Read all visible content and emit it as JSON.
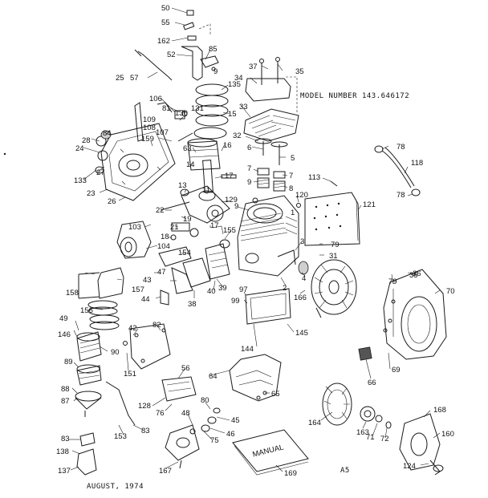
{
  "header": {
    "model_text": "MODEL NUMBER 143.646172"
  },
  "footer": {
    "date_text": "AUGUST, 1974",
    "page_code": "A5"
  },
  "manual_cover_text": "MANUAL",
  "callouts": [
    {
      "id": "c50",
      "text": "50"
    },
    {
      "id": "c55",
      "text": "55"
    },
    {
      "id": "c162",
      "text": "162"
    },
    {
      "id": "c52",
      "text": "52"
    },
    {
      "id": "c85",
      "text": "85"
    },
    {
      "id": "c9a",
      "text": "9"
    },
    {
      "id": "c25",
      "text": "25"
    },
    {
      "id": "c57",
      "text": "57"
    },
    {
      "id": "c37",
      "text": "37"
    },
    {
      "id": "c35a",
      "text": "35"
    },
    {
      "id": "c34",
      "text": "34"
    },
    {
      "id": "c135",
      "text": "135"
    },
    {
      "id": "c106",
      "text": "106"
    },
    {
      "id": "c81",
      "text": "81"
    },
    {
      "id": "c130",
      "text": "130"
    },
    {
      "id": "c131",
      "text": "131"
    },
    {
      "id": "c15",
      "text": "15"
    },
    {
      "id": "c33",
      "text": "33"
    },
    {
      "id": "c109",
      "text": "109"
    },
    {
      "id": "c108",
      "text": "108"
    },
    {
      "id": "c107",
      "text": "107"
    },
    {
      "id": "c84",
      "text": "84"
    },
    {
      "id": "c28",
      "text": "28"
    },
    {
      "id": "c159",
      "text": "159"
    },
    {
      "id": "c32",
      "text": "32"
    },
    {
      "id": "c24",
      "text": "24"
    },
    {
      "id": "c63",
      "text": "63"
    },
    {
      "id": "c16",
      "text": "16"
    },
    {
      "id": "c6",
      "text": "6"
    },
    {
      "id": "c78a",
      "text": "78"
    },
    {
      "id": "c5",
      "text": "5"
    },
    {
      "id": "c118",
      "text": "118"
    },
    {
      "id": "c27",
      "text": "27"
    },
    {
      "id": "c14",
      "text": "14"
    },
    {
      "id": "c133",
      "text": "133"
    },
    {
      "id": "c17",
      "text": "17"
    },
    {
      "id": "c7a",
      "text": "7"
    },
    {
      "id": "c7b",
      "text": "7"
    },
    {
      "id": "c9b",
      "text": "9"
    },
    {
      "id": "c8",
      "text": "8"
    },
    {
      "id": "c113",
      "text": "113"
    },
    {
      "id": "c78b",
      "text": "78"
    },
    {
      "id": "c23",
      "text": "23"
    },
    {
      "id": "c26",
      "text": "26"
    },
    {
      "id": "c13",
      "text": "13"
    },
    {
      "id": "c11",
      "text": "11"
    },
    {
      "id": "c129",
      "text": "129"
    },
    {
      "id": "c120",
      "text": "120"
    },
    {
      "id": "c9c",
      "text": "9"
    },
    {
      "id": "c1",
      "text": "1"
    },
    {
      "id": "c22",
      "text": "22"
    },
    {
      "id": "c19",
      "text": "19"
    },
    {
      "id": "c121",
      "text": "121"
    },
    {
      "id": "c103",
      "text": "103"
    },
    {
      "id": "c21",
      "text": "21"
    },
    {
      "id": "c17b",
      "text": "17"
    },
    {
      "id": "c155",
      "text": "155"
    },
    {
      "id": "c18",
      "text": "18"
    },
    {
      "id": "c3",
      "text": "3"
    },
    {
      "id": "c79a",
      "text": "79"
    },
    {
      "id": "c104",
      "text": "104"
    },
    {
      "id": "c31",
      "text": "31"
    },
    {
      "id": "c154",
      "text": "154"
    },
    {
      "id": "c158",
      "text": "158"
    },
    {
      "id": "c157",
      "text": "157"
    },
    {
      "id": "c43",
      "text": "43"
    },
    {
      "id": "c47",
      "text": "47"
    },
    {
      "id": "c36",
      "text": "36"
    },
    {
      "id": "c79b",
      "text": "79"
    },
    {
      "id": "c44",
      "text": "44"
    },
    {
      "id": "c38",
      "text": "38"
    },
    {
      "id": "c40",
      "text": "40"
    },
    {
      "id": "c39",
      "text": "39"
    },
    {
      "id": "c2",
      "text": "2"
    },
    {
      "id": "c166",
      "text": "166"
    },
    {
      "id": "c70",
      "text": "70"
    },
    {
      "id": "c156",
      "text": "156"
    },
    {
      "id": "c97",
      "text": "97"
    },
    {
      "id": "c99",
      "text": "99"
    },
    {
      "id": "c4",
      "text": "4"
    },
    {
      "id": "c49",
      "text": "49"
    },
    {
      "id": "c146",
      "text": "146"
    },
    {
      "id": "c42",
      "text": "42"
    },
    {
      "id": "c82",
      "text": "82"
    },
    {
      "id": "c145",
      "text": "145"
    },
    {
      "id": "c90",
      "text": "90"
    },
    {
      "id": "c89",
      "text": "89"
    },
    {
      "id": "c144",
      "text": "144"
    },
    {
      "id": "c151",
      "text": "151"
    },
    {
      "id": "c56",
      "text": "56"
    },
    {
      "id": "c64",
      "text": "64"
    },
    {
      "id": "c66",
      "text": "66"
    },
    {
      "id": "c69",
      "text": "69"
    },
    {
      "id": "c88",
      "text": "88"
    },
    {
      "id": "c87",
      "text": "87"
    },
    {
      "id": "c128",
      "text": "128"
    },
    {
      "id": "c65",
      "text": "65"
    },
    {
      "id": "c80",
      "text": "80"
    },
    {
      "id": "c76",
      "text": "76"
    },
    {
      "id": "c48",
      "text": "48"
    },
    {
      "id": "c45",
      "text": "45"
    },
    {
      "id": "c168",
      "text": "168"
    },
    {
      "id": "c153",
      "text": "153"
    },
    {
      "id": "c83a",
      "text": "83"
    },
    {
      "id": "c164",
      "text": "164"
    },
    {
      "id": "c46",
      "text": "46"
    },
    {
      "id": "c75",
      "text": "75"
    },
    {
      "id": "c163",
      "text": "163"
    },
    {
      "id": "c71",
      "text": "71"
    },
    {
      "id": "c72",
      "text": "72"
    },
    {
      "id": "c160",
      "text": "160"
    },
    {
      "id": "c83b",
      "text": "83"
    },
    {
      "id": "c138",
      "text": "138"
    },
    {
      "id": "c167",
      "text": "167"
    },
    {
      "id": "c169",
      "text": "169"
    },
    {
      "id": "c137",
      "text": "137"
    },
    {
      "id": "c124",
      "text": "124"
    },
    {
      "id": "c35b",
      "text": "35"
    }
  ]
}
